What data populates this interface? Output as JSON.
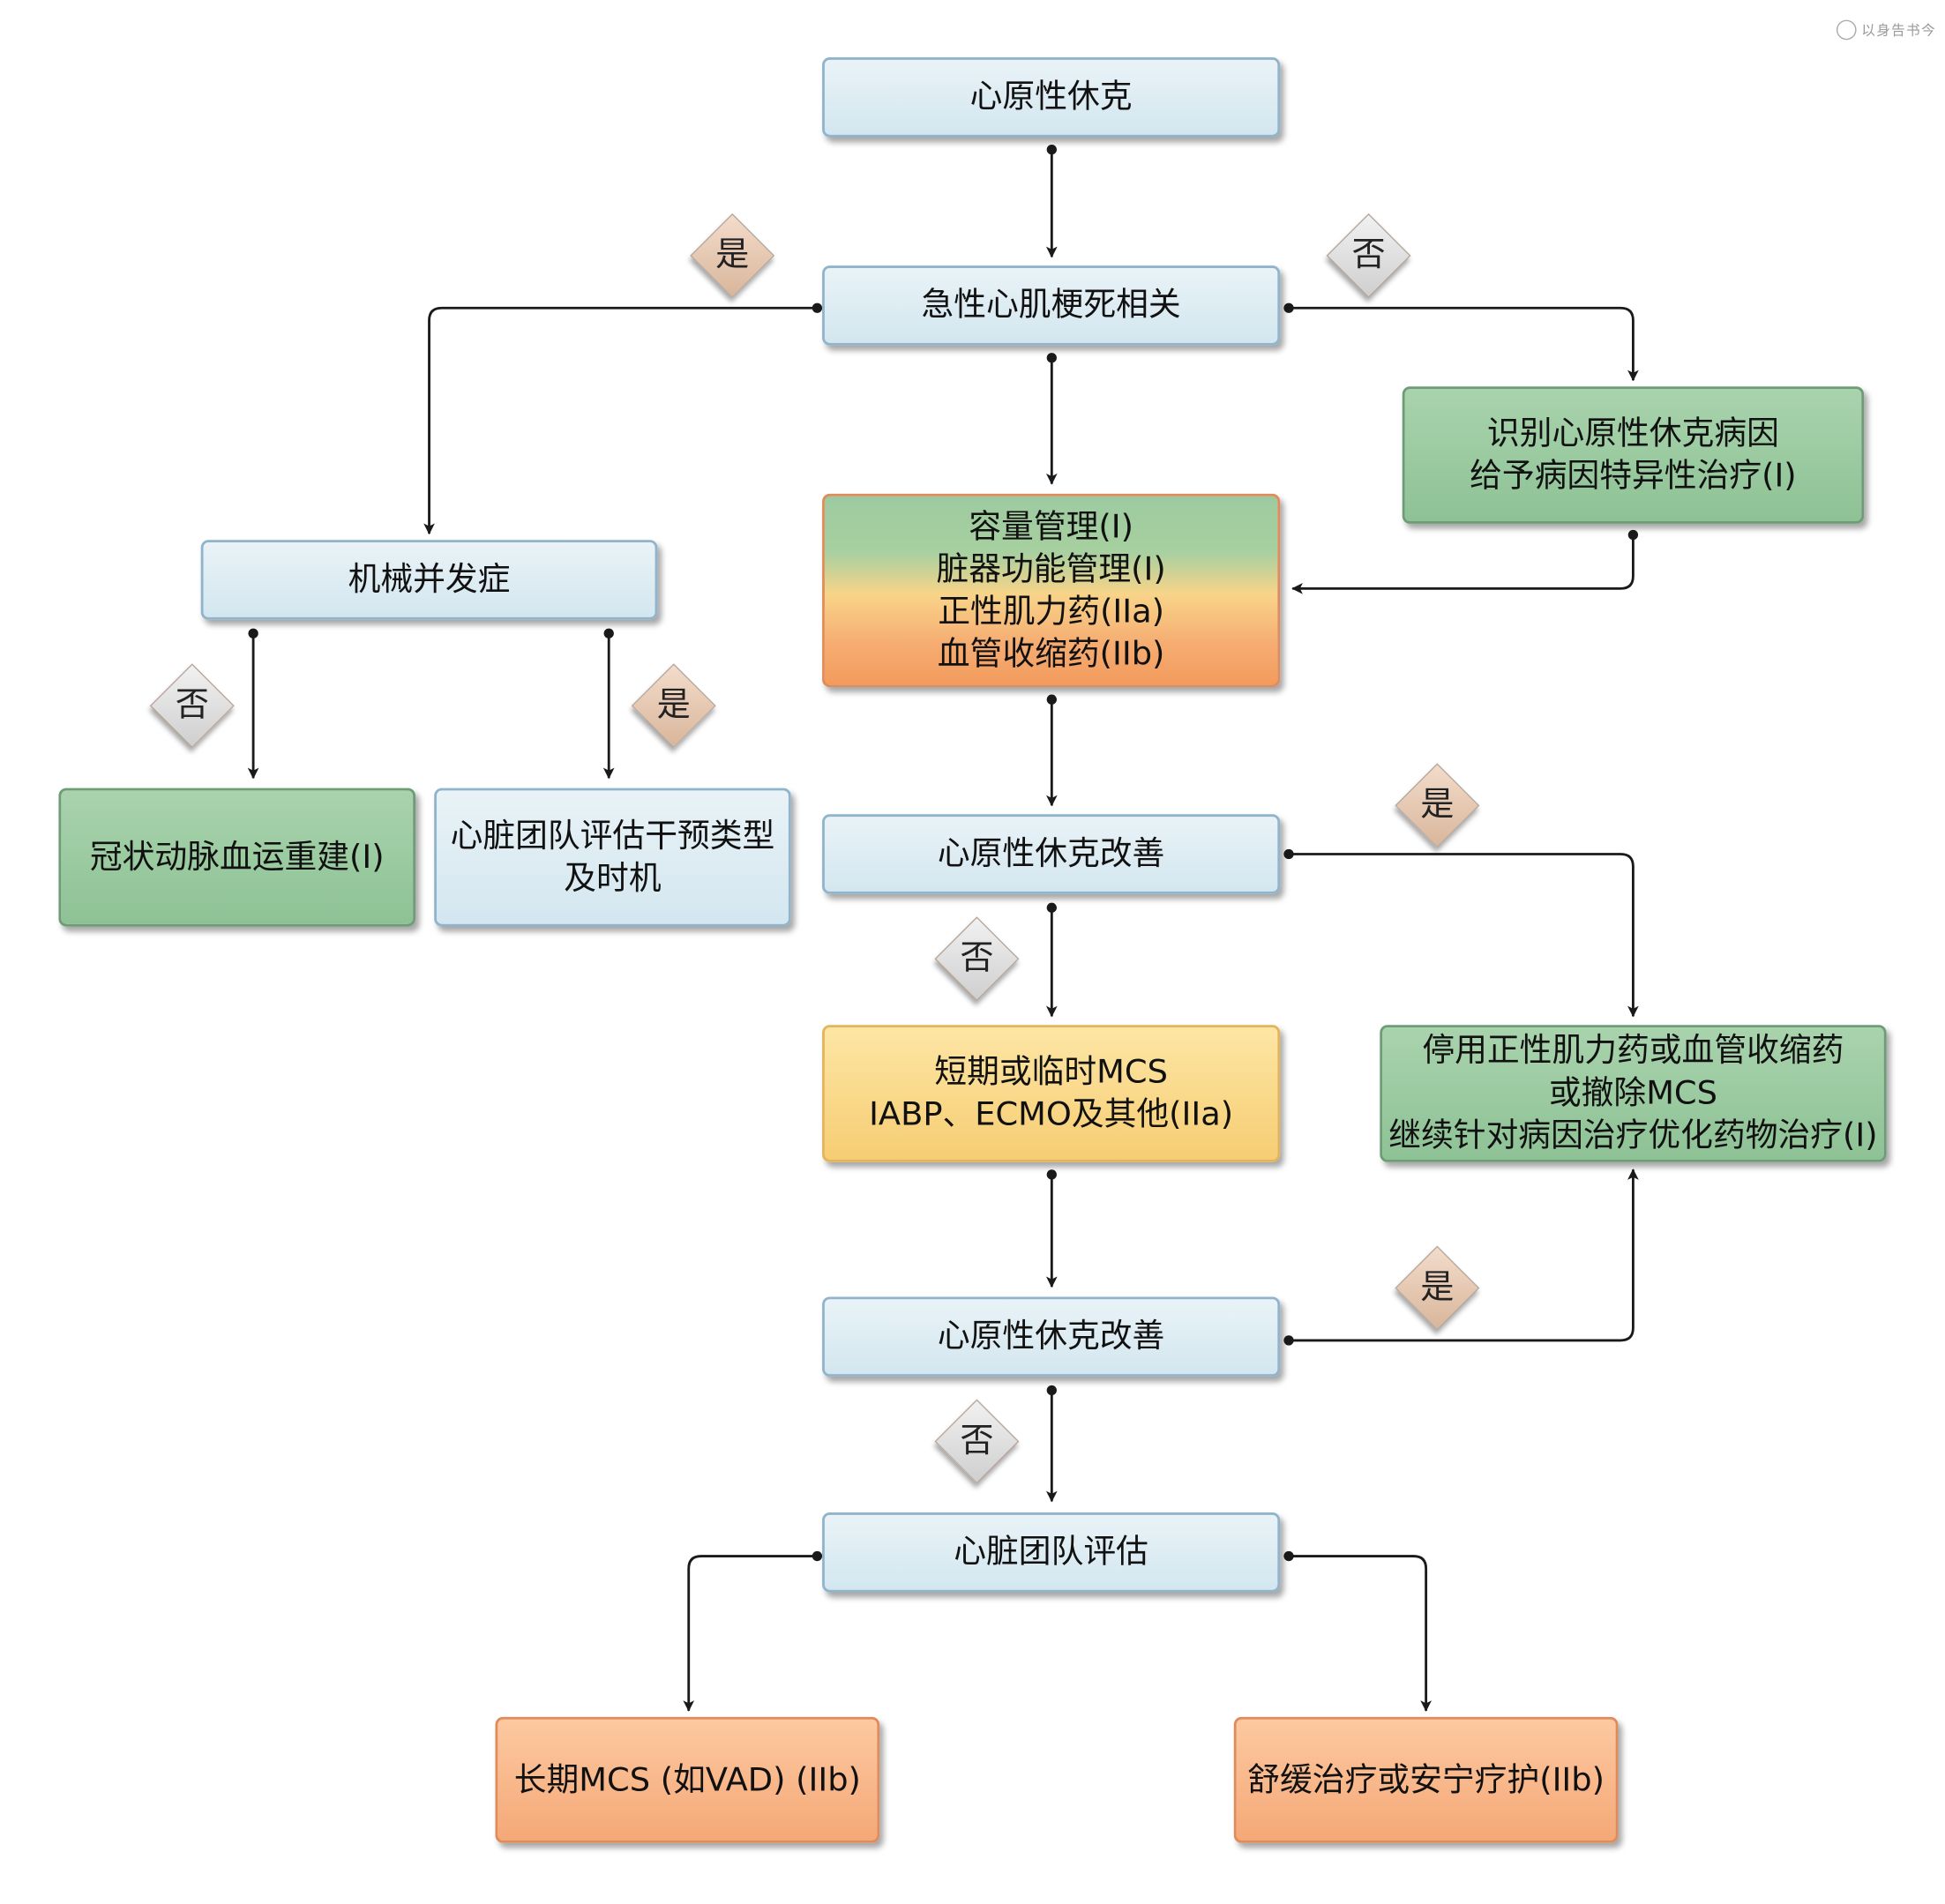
{
  "nodes": {
    "cardiogenic_shock": [
      "心原性休克"
    ],
    "ami_related": [
      "急性心肌梗死相关"
    ],
    "identify_cause": [
      "识别心原性休克病因",
      "给予病因特异性治疗(I)"
    ],
    "core_management": [
      "容量管理(I)",
      "脏器功能管理(I)",
      "正性肌力药(IIa)",
      "血管收缩药(IIb)"
    ],
    "mechanical_complication": [
      "机械并发症"
    ],
    "coronary_revasc": [
      "冠状动脉血运重建(I)"
    ],
    "heart_team_intervention": [
      "心脏团队评估干预类型",
      "及时机"
    ],
    "shock_improved_1": [
      "心原性休克改善"
    ],
    "short_term_mcs": [
      "短期或临时MCS",
      "IABP、ECMO及其他(IIa)"
    ],
    "stop_inotropes": [
      "停用正性肌力药或血管收缩药",
      "或撤除MCS",
      "继续针对病因治疗优化药物治疗(I)"
    ],
    "shock_improved_2": [
      "心原性休克改善"
    ],
    "heart_team_eval": [
      "心脏团队评估"
    ],
    "long_term_mcs": [
      "长期MCS (如VAD) (IIb)"
    ],
    "palliative": [
      "舒缓治疗或安宁疗护(IIb)"
    ]
  },
  "decisions": {
    "yes": "是",
    "no": "否"
  },
  "watermark": "以身告书今",
  "colors": {
    "line": "#1a1a1a",
    "blue_fill": "#dcebf2",
    "green_fill": "#9ccaa0",
    "orange_fill": "#f7b184",
    "yellow_fill": "#f9d98a"
  }
}
